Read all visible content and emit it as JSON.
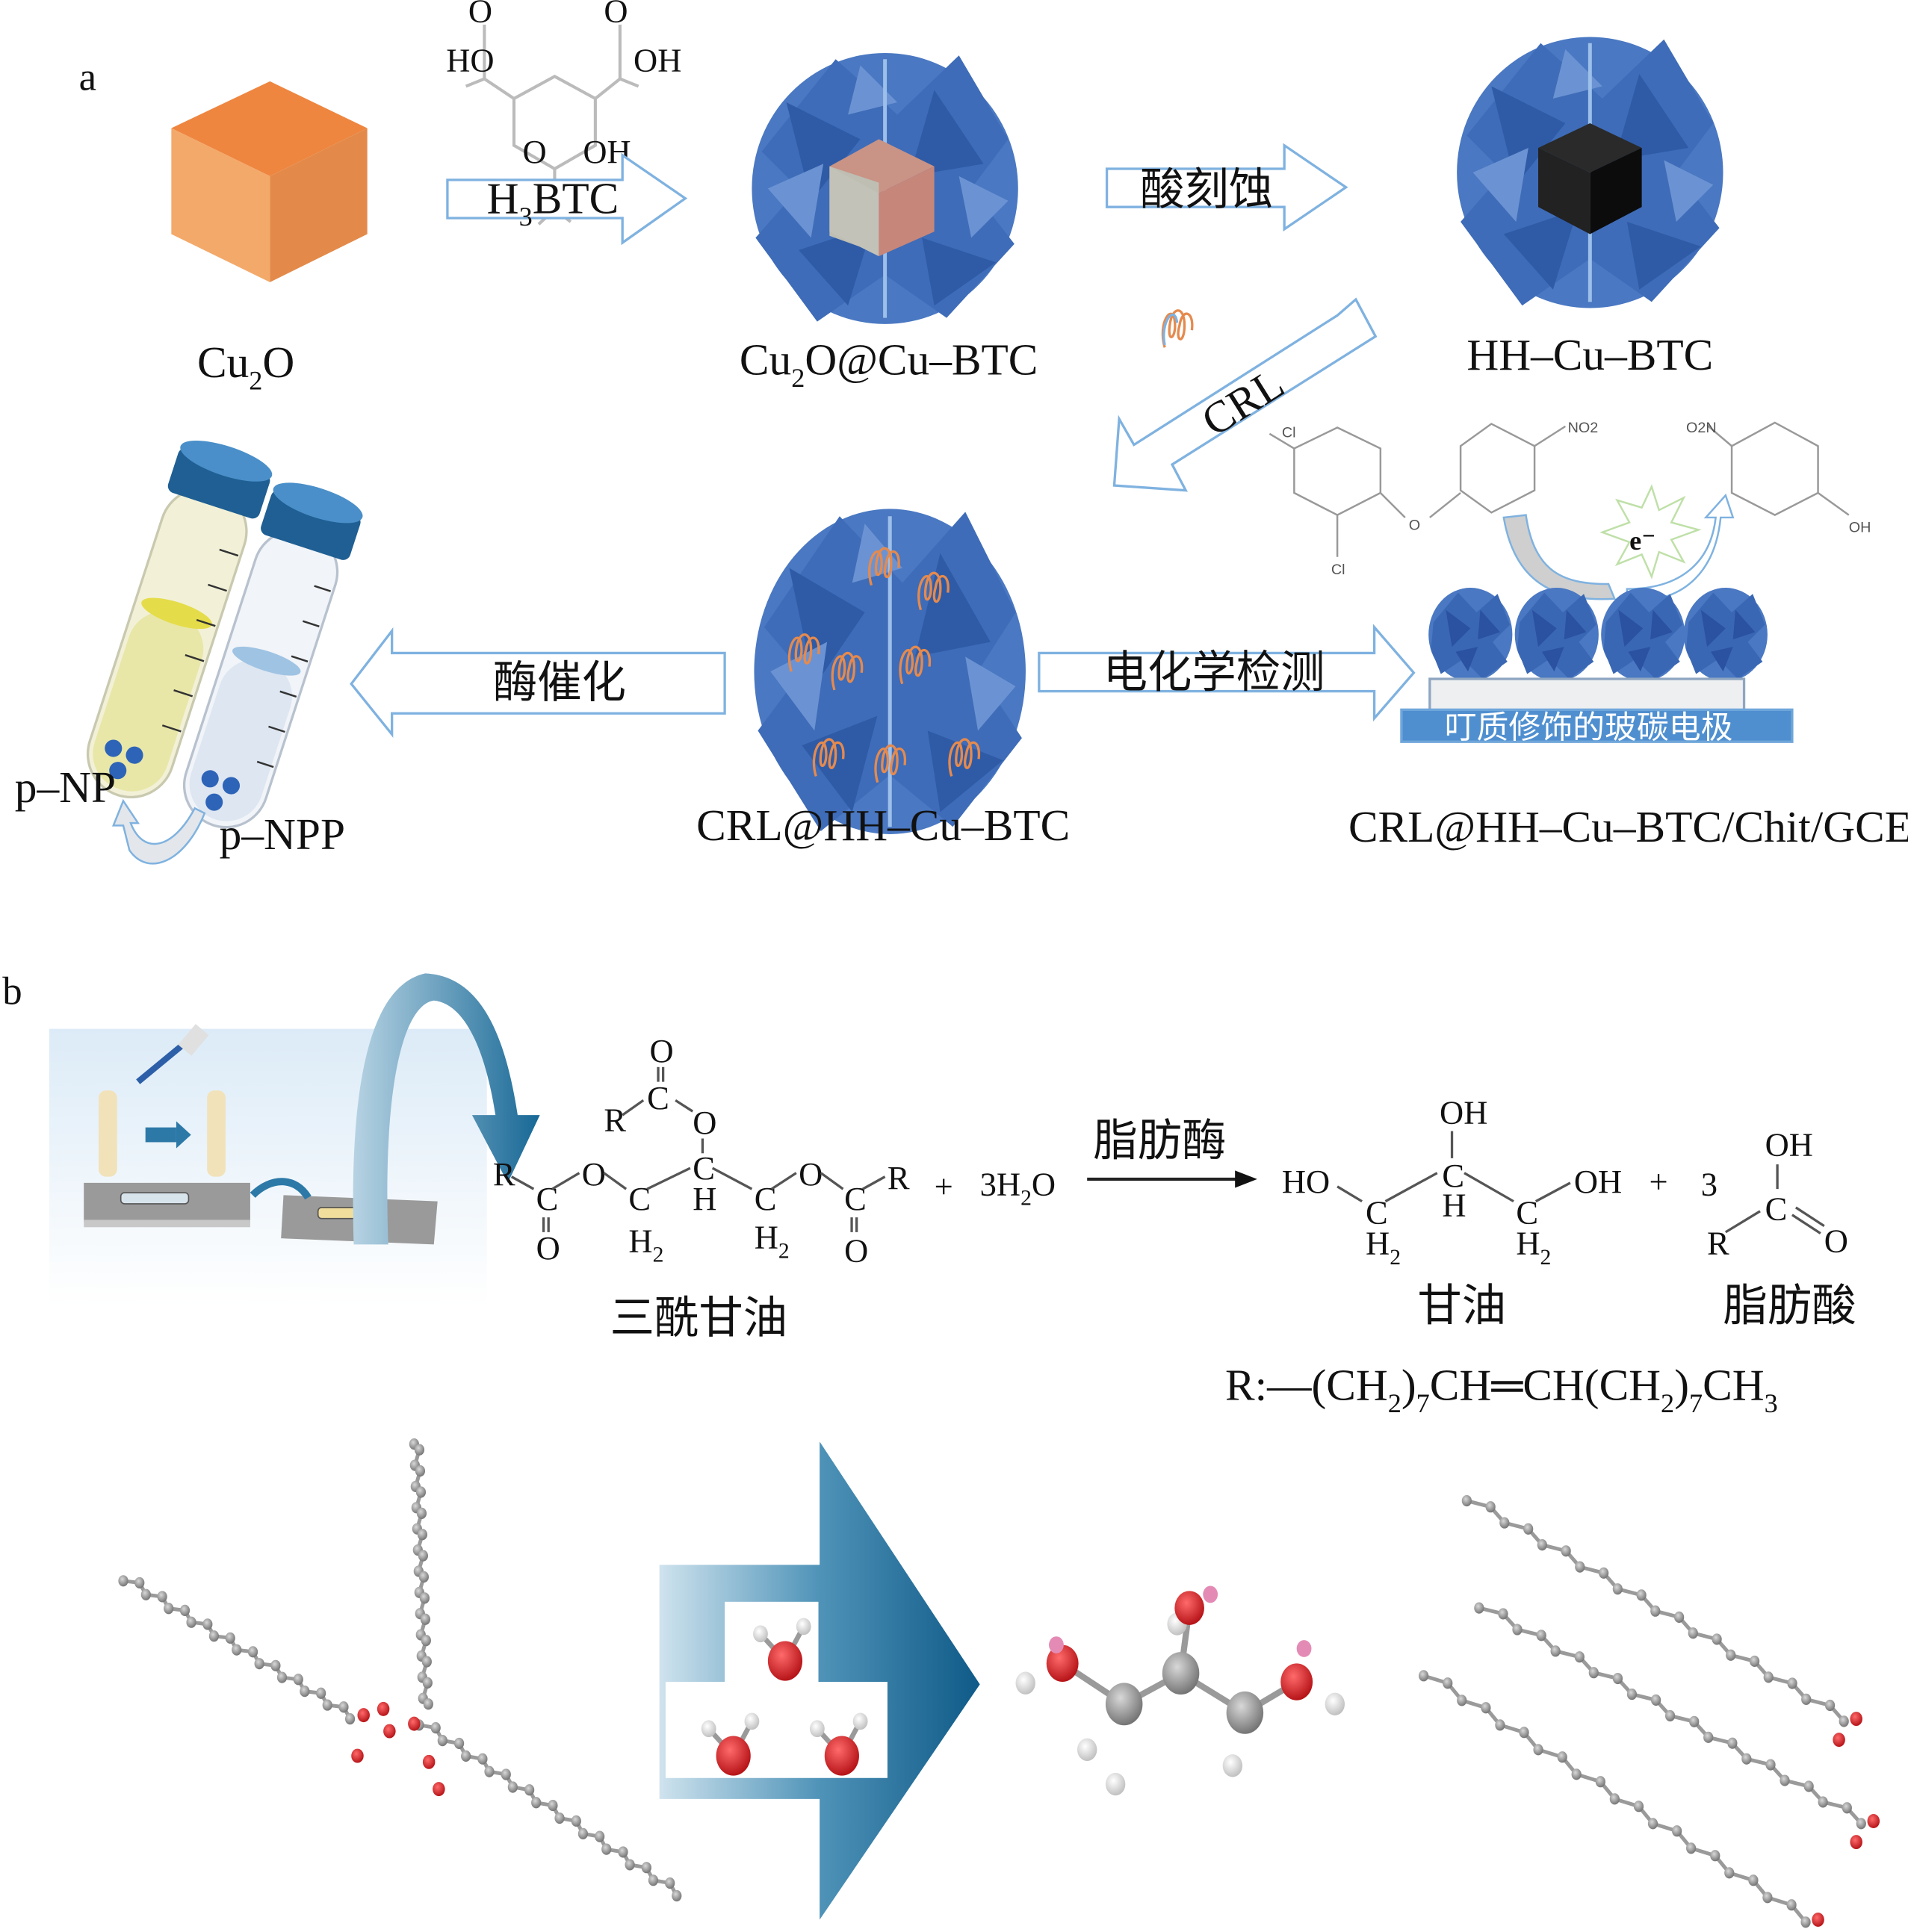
{
  "panel_a": {
    "label": "a",
    "linker": {
      "HO_left": "HO",
      "OH_right": "OH",
      "O_top_left": "O",
      "O_top_right": "O",
      "O_bottom": "O",
      "OH_bottom": "OH"
    },
    "step1_arrow": {
      "main": "H",
      "sub": "3",
      "rest": "BTC"
    },
    "step2_arrow": "酸刻蚀",
    "step3_arrow": "CRL",
    "step4_arrow": "酶催化",
    "step5_arrow": "电化学检测",
    "species": {
      "cu2o": {
        "a": "Cu",
        "sub": "2",
        "b": "O"
      },
      "cu2o_cubtc": {
        "a": "Cu",
        "sub": "2",
        "b": "O@Cu–BTC"
      },
      "hh_cubtc": "HH–Cu–BTC",
      "crl_hh_cubtc": "CRL@HH–Cu–BTC",
      "electrode_label": "CRL@HH–Cu–BTC/Chit/GCE"
    },
    "electrode_bar_text": "叮质修饰的玻碳电极",
    "tubes": {
      "pnp": "p–NP",
      "pnpp": "p–NPP"
    },
    "substrate_molecule": {
      "cl1": "Cl",
      "cl2": "Cl",
      "o": "O",
      "no2": "NO2"
    },
    "product_molecule": {
      "o2n": "O2N",
      "oh": "OH"
    },
    "electron": "e⁻",
    "colors": {
      "cube_orange_top": "#EE8640",
      "cube_orange_left": "#F3A96A",
      "cube_orange_right": "#E38A4A",
      "mof_blue": "#4A78C2",
      "mof_dark": "#2F5BA6",
      "arrow_outline": "#7FB2E0",
      "electrode_bar": "#4F8FD0",
      "black_cube": "#1a1a1a"
    }
  },
  "panel_b": {
    "label": "b",
    "triglyceride_name": "三酰甘油",
    "glycerol_name": "甘油",
    "fatty_acid_name": "脂肪酸",
    "enzyme_label": "脂肪酶",
    "water": {
      "coef": "3H",
      "sub": "2",
      "rest": "O"
    },
    "plus": "+",
    "fatty_acid_coef": "3",
    "r_definition": {
      "parts": [
        "R:—(CH",
        "2",
        ")",
        "7",
        "CH═CH(CH",
        "2",
        ")",
        "7",
        "CH",
        "3"
      ]
    },
    "atoms": {
      "R": "R",
      "C": "C",
      "O": "O",
      "H": "H",
      "H2": "H",
      "two": "2",
      "OH": "OH",
      "HO": "HO"
    },
    "colors": {
      "teal_arrow": "#1F6E9A",
      "carbon": "#8a8a8a",
      "oxygen": "#D0161B",
      "hydrogen": "#EDEDED",
      "pink_h": "#E48BB5"
    }
  }
}
